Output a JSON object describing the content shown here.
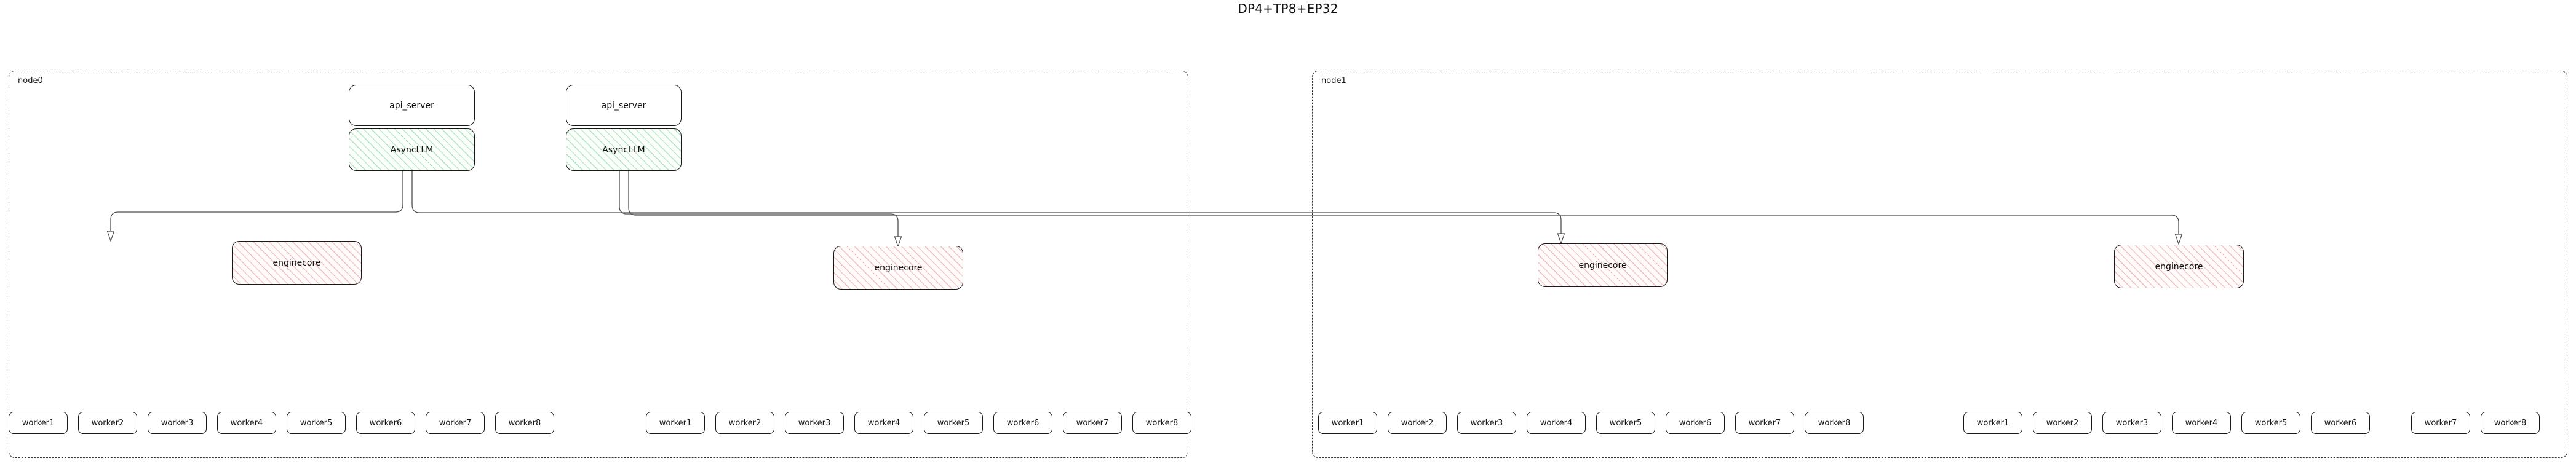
{
  "title": "DP4+TP8+EP32",
  "nodes": [
    {
      "id": "node0",
      "label": "node0",
      "api_servers": [
        {
          "label": "api_server"
        },
        {
          "label": "api_server"
        }
      ],
      "async_llms": [
        {
          "label": "AsyncLLM"
        },
        {
          "label": "AsyncLLM"
        }
      ],
      "enginecores": [
        {
          "label": "enginecore"
        },
        {
          "label": "enginecore"
        }
      ],
      "worker_groups": [
        {
          "workers": [
            "worker1",
            "worker2",
            "worker3",
            "worker4",
            "worker5",
            "worker6",
            "worker7",
            "worker8"
          ]
        },
        {
          "workers": [
            "worker1",
            "worker2",
            "worker3",
            "worker4",
            "worker5",
            "worker6",
            "worker7",
            "worker8"
          ]
        }
      ]
    },
    {
      "id": "node1",
      "label": "node1",
      "api_servers": [],
      "async_llms": [],
      "enginecores": [
        {
          "label": "enginecore"
        },
        {
          "label": "enginecore"
        }
      ],
      "worker_groups": [
        {
          "workers": [
            "worker1",
            "worker2",
            "worker3",
            "worker4",
            "worker5",
            "worker6",
            "worker7",
            "worker8"
          ]
        },
        {
          "workers": [
            "worker1",
            "worker2",
            "worker3",
            "worker4",
            "worker5",
            "worker6",
            "worker7",
            "worker8"
          ]
        }
      ]
    }
  ],
  "colors": {
    "async_llm_hatch": "#6cc982",
    "enginecore_hatch": "#e27878",
    "box_border": "#1a1a1a",
    "cluster_border": "#333333",
    "edge": "#4d4d4d",
    "text": "#111111"
  }
}
